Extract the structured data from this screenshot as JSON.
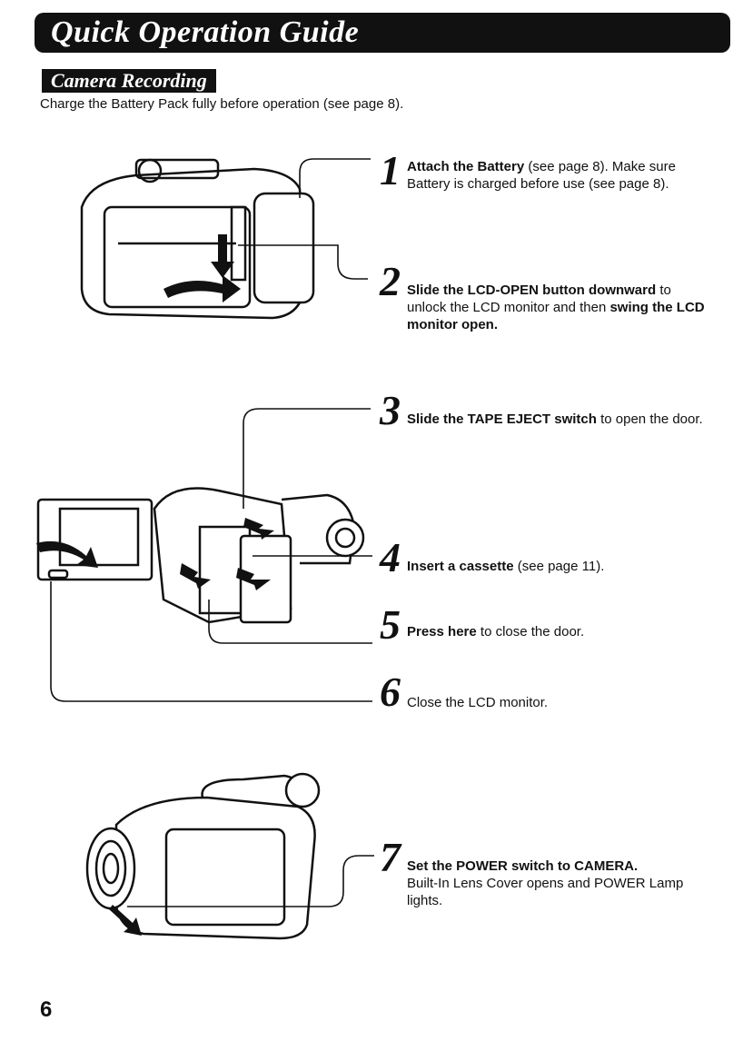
{
  "header": {
    "title": "Quick Operation Guide",
    "section": "Camera Recording"
  },
  "intro": "Charge the Battery Pack fully before operation (see page 8).",
  "steps": [
    {
      "num": "1",
      "bold": "Attach the Battery",
      "rest": " (see page 8). Make sure Battery is charged before use (see page 8)."
    },
    {
      "num": "2",
      "bold1": "Slide the LCD-OPEN button downward",
      "mid": " to unlock the LCD monitor and then ",
      "bold2": "swing the LCD monitor open."
    },
    {
      "num": "3",
      "bold": "Slide the TAPE EJECT switch",
      "rest": " to open the door."
    },
    {
      "num": "4",
      "bold": "Insert a cassette",
      "rest": " (see page 11)."
    },
    {
      "num": "5",
      "bold": "Press here",
      "rest": " to close the door."
    },
    {
      "num": "6",
      "rest": "Close the LCD monitor."
    },
    {
      "num": "7",
      "bold": "Set the POWER switch to CAMERA.",
      "rest": "Built-In Lens Cover opens and POWER Lamp lights."
    }
  ],
  "page_number": "6"
}
